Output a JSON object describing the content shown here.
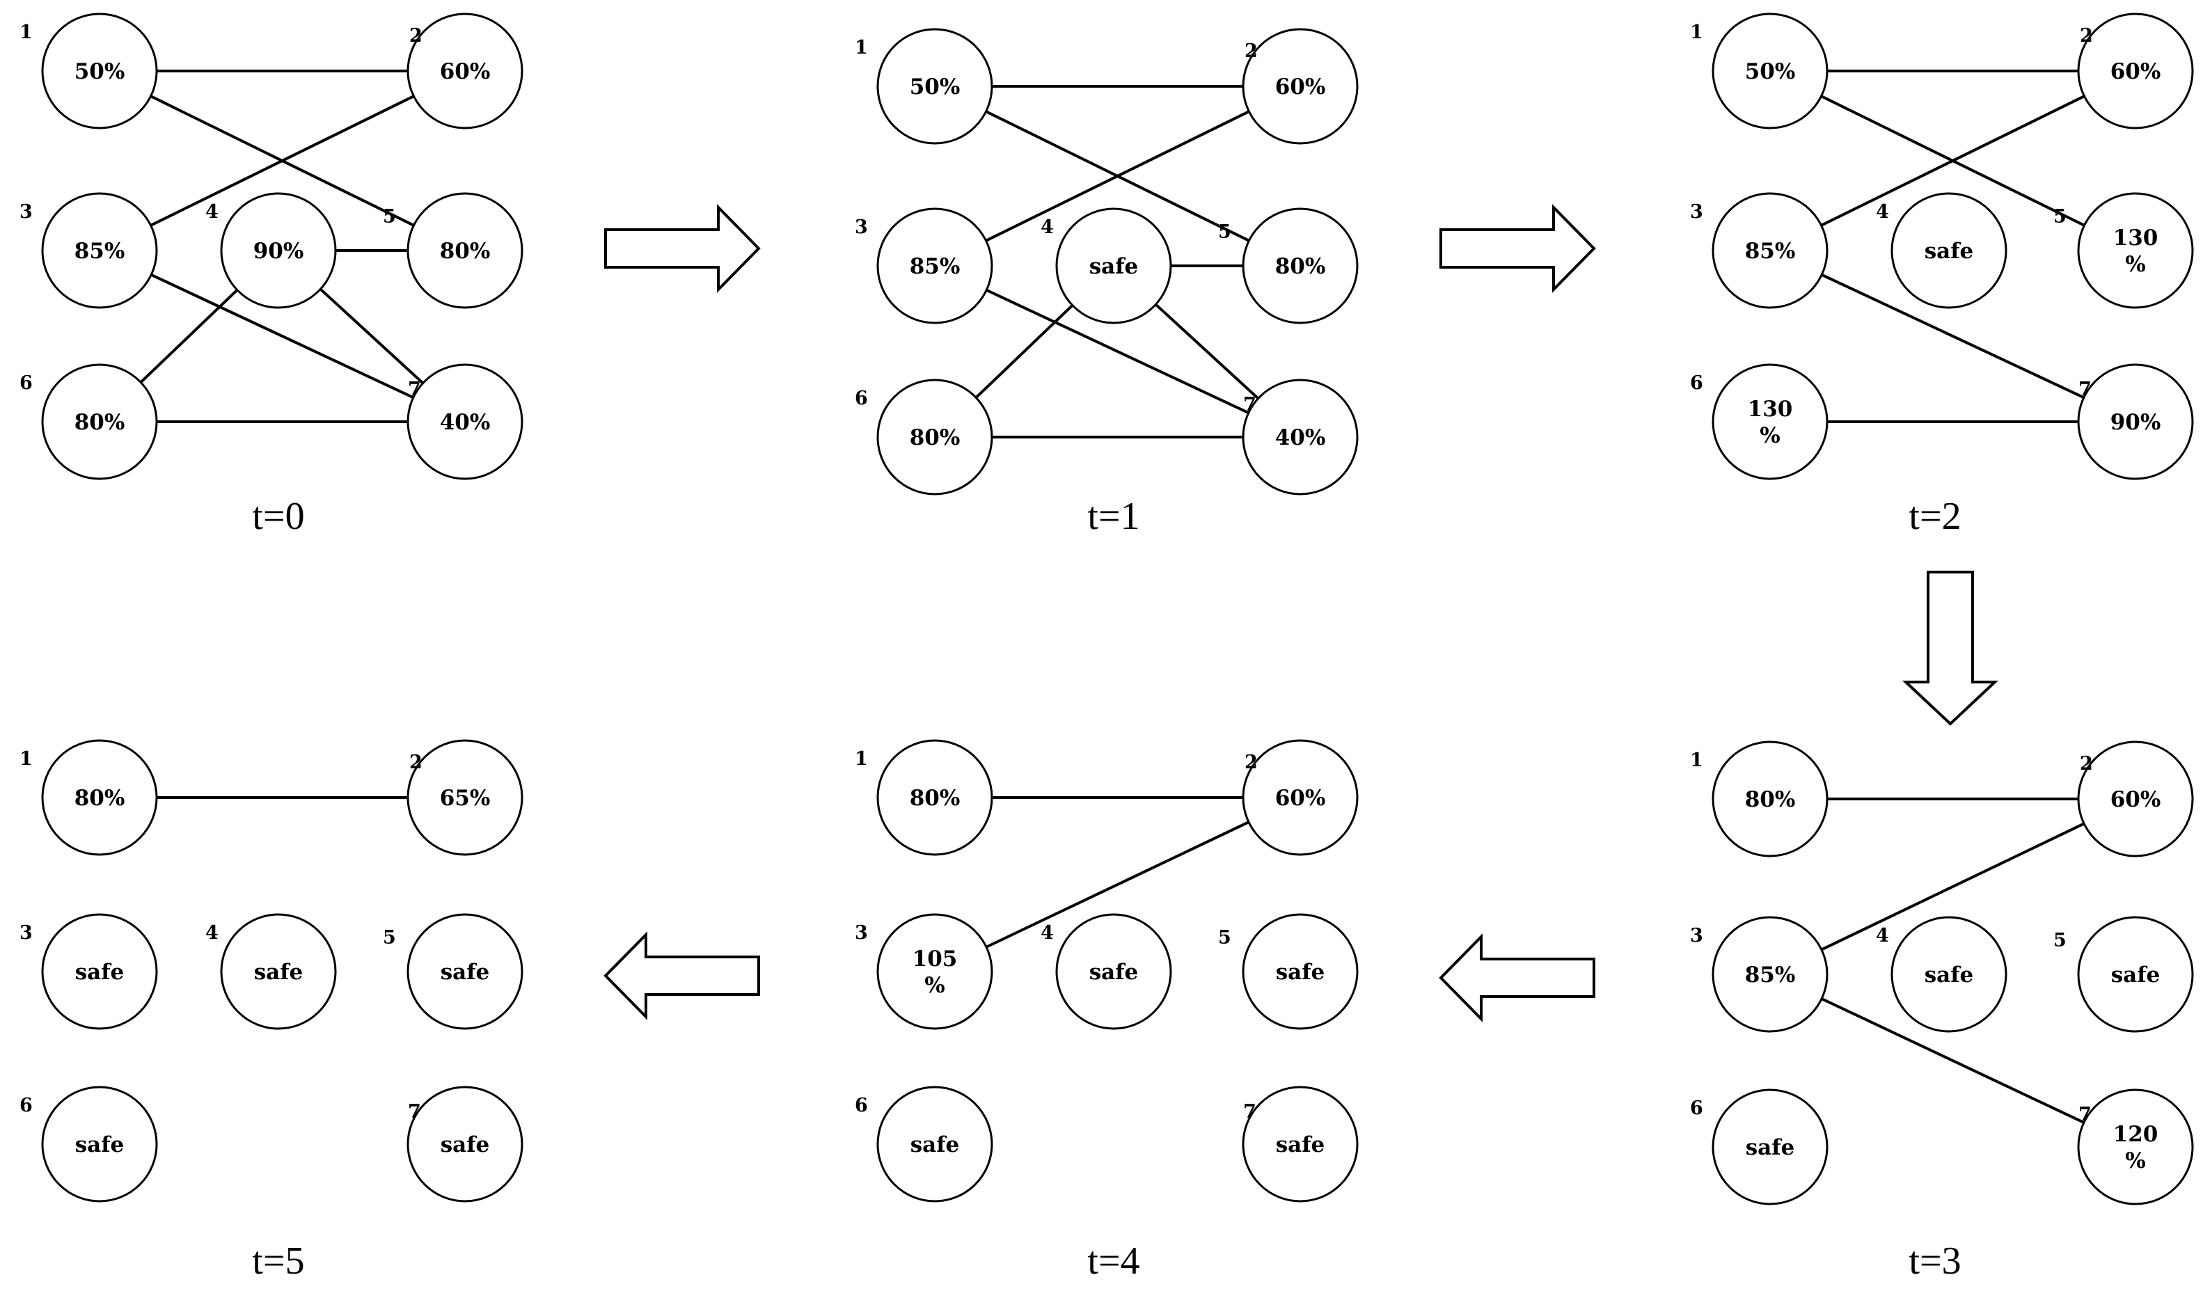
{
  "nodes": [
    "1",
    "2",
    "3",
    "4",
    "5",
    "6",
    "7"
  ],
  "steps": [
    {
      "label": "t=0",
      "values": {
        "1": [
          "50%"
        ],
        "2": [
          "60%"
        ],
        "3": [
          "85%"
        ],
        "4": [
          "90%"
        ],
        "5": [
          "80%"
        ],
        "6": [
          "80%"
        ],
        "7": [
          "40%"
        ]
      },
      "edges": [
        [
          "1",
          "2"
        ],
        [
          "1",
          "5"
        ],
        [
          "3",
          "2"
        ],
        [
          "3",
          "7"
        ],
        [
          "4",
          "5"
        ],
        [
          "4",
          "6"
        ],
        [
          "4",
          "7"
        ],
        [
          "6",
          "7"
        ]
      ]
    },
    {
      "label": "t=1",
      "values": {
        "1": [
          "50%"
        ],
        "2": [
          "60%"
        ],
        "3": [
          "85%"
        ],
        "4": [
          "safe"
        ],
        "5": [
          "80%"
        ],
        "6": [
          "80%"
        ],
        "7": [
          "40%"
        ]
      },
      "edges": [
        [
          "1",
          "2"
        ],
        [
          "1",
          "5"
        ],
        [
          "3",
          "2"
        ],
        [
          "3",
          "7"
        ],
        [
          "4",
          "5"
        ],
        [
          "4",
          "6"
        ],
        [
          "4",
          "7"
        ],
        [
          "6",
          "7"
        ]
      ]
    },
    {
      "label": "t=2",
      "values": {
        "1": [
          "50%"
        ],
        "2": [
          "60%"
        ],
        "3": [
          "85%"
        ],
        "4": [
          "safe"
        ],
        "5": [
          "130",
          "%"
        ],
        "6": [
          "130",
          "%"
        ],
        "7": [
          "90%"
        ]
      },
      "edges": [
        [
          "1",
          "2"
        ],
        [
          "1",
          "5"
        ],
        [
          "3",
          "2"
        ],
        [
          "3",
          "7"
        ],
        [
          "6",
          "7"
        ]
      ]
    },
    {
      "label": "t=3",
      "values": {
        "1": [
          "80%"
        ],
        "2": [
          "60%"
        ],
        "3": [
          "85%"
        ],
        "4": [
          "safe"
        ],
        "5": [
          "safe"
        ],
        "6": [
          "safe"
        ],
        "7": [
          "120",
          "%"
        ]
      },
      "edges": [
        [
          "1",
          "2"
        ],
        [
          "3",
          "2"
        ],
        [
          "3",
          "7"
        ]
      ]
    },
    {
      "label": "t=4",
      "values": {
        "1": [
          "80%"
        ],
        "2": [
          "60%"
        ],
        "3": [
          "105",
          "%"
        ],
        "4": [
          "safe"
        ],
        "5": [
          "safe"
        ],
        "6": [
          "safe"
        ],
        "7": [
          "safe"
        ]
      },
      "edges": [
        [
          "1",
          "2"
        ],
        [
          "3",
          "2"
        ]
      ]
    },
    {
      "label": "t=5",
      "values": {
        "1": [
          "80%"
        ],
        "2": [
          "65%"
        ],
        "3": [
          "safe"
        ],
        "4": [
          "safe"
        ],
        "5": [
          "safe"
        ],
        "6": [
          "safe"
        ],
        "7": [
          "safe"
        ]
      },
      "edges": [
        [
          "1",
          "2"
        ]
      ]
    }
  ]
}
